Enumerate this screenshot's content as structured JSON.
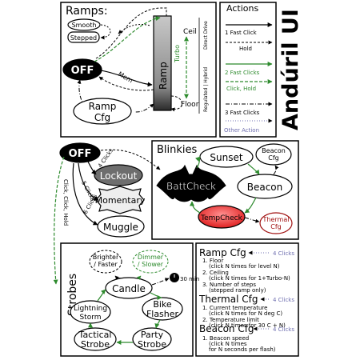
{
  "title": "Andúril UI",
  "ramps": {
    "heading": "Ramps:",
    "smooth": "Smooth",
    "stepped": "Stepped",
    "off": "OFF",
    "ramp": "Ramp",
    "turbo": "Turbo",
    "ceil": "Ceil",
    "floor": "Floor",
    "mem": "Mem",
    "direct_drive": "Direct Drive",
    "regulated_hybrid": "Regulated | Hybrid",
    "ramp_cfg_line1": "Ramp",
    "ramp_cfg_line2": "Cfg"
  },
  "actions": {
    "heading": "Actions",
    "items": [
      "1 Fast Click",
      "Hold",
      "2 Fast Clicks",
      "Click, Hold",
      "3 Fast Clicks",
      "Other Action"
    ]
  },
  "blinkies": {
    "heading": "Blinkies",
    "off": "OFF",
    "lockout": "Lockout",
    "momentary": "Momentary",
    "muggle": "Muggle",
    "four_clicks": "4 Clicks",
    "five_clicks": "5 Clicks",
    "six_clicks": "6 Clicks",
    "click_click_hold": "Click, Click, Hold",
    "sunset": "Sunset",
    "beacon_cfg_line1": "Beacon",
    "beacon_cfg_line2": "Cfg",
    "battcheck": "BattCheck",
    "beacon": "Beacon",
    "tempcheck": "TempCheck",
    "thermal_cfg_line1": "Thermal",
    "thermal_cfg_line2": "Cfg"
  },
  "strobes": {
    "heading": "Strobes",
    "brighter_line1": "Brighter",
    "brighter_line2": "/ Faster",
    "dimmer_line1": "Dimmer",
    "dimmer_line2": "/ Slower",
    "thirty_min": "30 min",
    "candle": "Candle",
    "lightning_line1": "Lightning",
    "lightning_line2": "Storm",
    "bike_line1": "Bike",
    "bike_line2": "Flasher",
    "tactical_line1": "Tactical",
    "tactical_line2": "Strobe",
    "party_line1": "Party",
    "party_line2": "Strobe"
  },
  "config": {
    "ramp_cfg": "Ramp Cfg",
    "ramp_items": [
      "1. Floor",
      "(click N times for level N)",
      "2. Ceiling",
      "(click N times for 1+Turbo-N)",
      "3. Number of steps",
      "(stepped ramp only)"
    ],
    "thermal_cfg": "Thermal Cfg",
    "thermal_items": [
      "1. Current temperature",
      "(click N times for N deg C)",
      "2. Temperature limit",
      "(click N times for 30 C + N)"
    ],
    "beacon_cfg": "Beacon Cfg",
    "beacon_items": [
      "1. Beacon speed",
      "(click N times",
      "for N seconds per flash)"
    ],
    "four_clicks": "4 Clicks"
  },
  "colors": {
    "green": "#2e8b2e",
    "purple": "#6f6fb0",
    "lockout_grey": "#6e6e6e",
    "tempcheck_red": "#e03030",
    "thermal_red": "#a01010"
  }
}
